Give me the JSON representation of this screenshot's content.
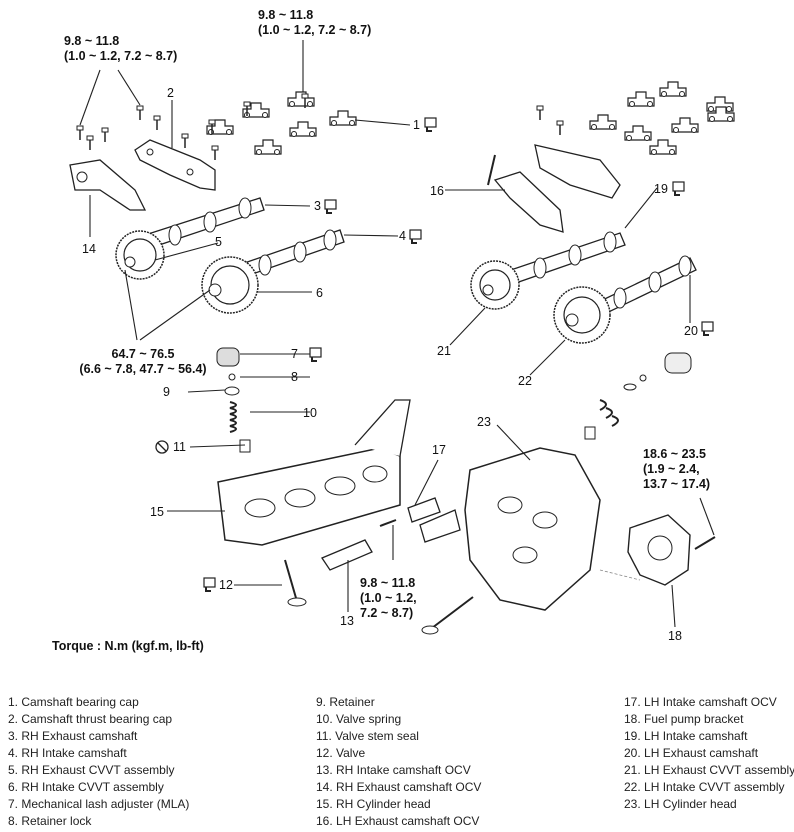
{
  "torque_specs": {
    "top_left": [
      "9.8 ~ 11.8",
      "(1.0 ~ 1.2, 7.2 ~ 8.7)"
    ],
    "top_center": [
      "9.8 ~ 11.8",
      "(1.0 ~ 1.2, 7.2 ~ 8.7)"
    ],
    "mid_left": [
      "64.7 ~ 76.5",
      "(6.6 ~ 7.8, 47.7 ~ 56.4)"
    ],
    "ocv_bolt": [
      "9.8 ~ 11.8",
      "(1.0 ~ 1.2,",
      "7.2 ~ 8.7)"
    ],
    "pump_bolt": [
      "18.6 ~ 23.5",
      "(1.9 ~ 2.4,",
      "13.7 ~ 17.4)"
    ]
  },
  "torque_unit": "Torque : N.m (kgf.m, lb-ft)",
  "callouts": {
    "c1": "1",
    "c2": "2",
    "c3": "3",
    "c4": "4",
    "c5": "5",
    "c6": "6",
    "c7": "7",
    "c8": "8",
    "c9": "9",
    "c10": "10",
    "c11": "11",
    "c12": "12",
    "c13": "13",
    "c14": "14",
    "c15": "15",
    "c16": "16",
    "c17": "17",
    "c18": "18",
    "c19": "19",
    "c20": "20",
    "c21": "21",
    "c22": "22",
    "c23": "23"
  },
  "icons": {
    "replace": "replace-part-icon",
    "do_not_reuse": "no-reuse-icon"
  },
  "legend": {
    "col1": [
      "1. Camshaft bearing cap",
      "2. Camshaft thrust bearing cap",
      "3. RH Exhaust camshaft",
      "4. RH Intake camshaft",
      "5. RH Exhaust CVVT assembly",
      "6. RH Intake CVVT assembly",
      "7. Mechanical lash adjuster (MLA)",
      "8. Retainer lock"
    ],
    "col2": [
      "9. Retainer",
      "10. Valve spring",
      "11. Valve stem seal",
      "12. Valve",
      "13. RH Intake camshaft OCV",
      "14. RH Exhaust camshaft OCV",
      "15. RH Cylinder head",
      "16. LH Exhaust camshaft OCV"
    ],
    "col3": [
      "17. LH Intake camshaft OCV",
      "18. Fuel pump bracket",
      "19. LH Intake camshaft",
      "20. LH Exhaust camshaft",
      "21. LH Exhaust CVVT assembly",
      "22. LH Intake CVVT assembly",
      "23. LH Cylinder head"
    ]
  }
}
